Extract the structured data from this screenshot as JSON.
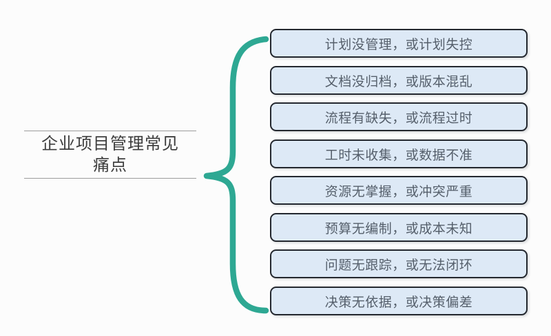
{
  "diagram_title": "企业项目管理常见痛点",
  "root": {
    "title_lines": [
      "企业项目管理常见",
      "痛点"
    ]
  },
  "items": [
    {
      "label": "计划没管理，或计划失控"
    },
    {
      "label": "文档没归档，或版本混乱"
    },
    {
      "label": "流程有缺失，或流程过时"
    },
    {
      "label": "工时未收集，或数据不准"
    },
    {
      "label": "资源无掌握，或冲突严重"
    },
    {
      "label": "预算无编制，或成本未知"
    },
    {
      "label": "问题无跟踪，或无法闭环"
    },
    {
      "label": "决策无依据，或决策偏差"
    }
  ],
  "colors": {
    "brace": "#2ea893",
    "box_fill": "#dde9f6",
    "box_border": "#23272e",
    "box_text": "#555f6b",
    "title_text": "#3d3d3d",
    "divider": "#9b9b9b",
    "background": "#fcfcfc"
  }
}
